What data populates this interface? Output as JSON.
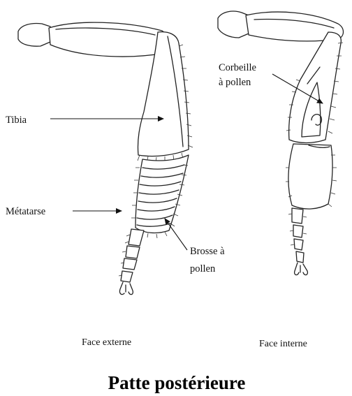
{
  "labels": {
    "tibia": "Tibia",
    "metatarse": "Métatarse",
    "brosse_line1": "Brosse à",
    "brosse_line2": "pollen",
    "corbeille_line1": "Corbeille",
    "corbeille_line2": "à pollen"
  },
  "captions": {
    "left": "Face externe",
    "right": "Face interne"
  },
  "title": "Patte postérieure"
}
